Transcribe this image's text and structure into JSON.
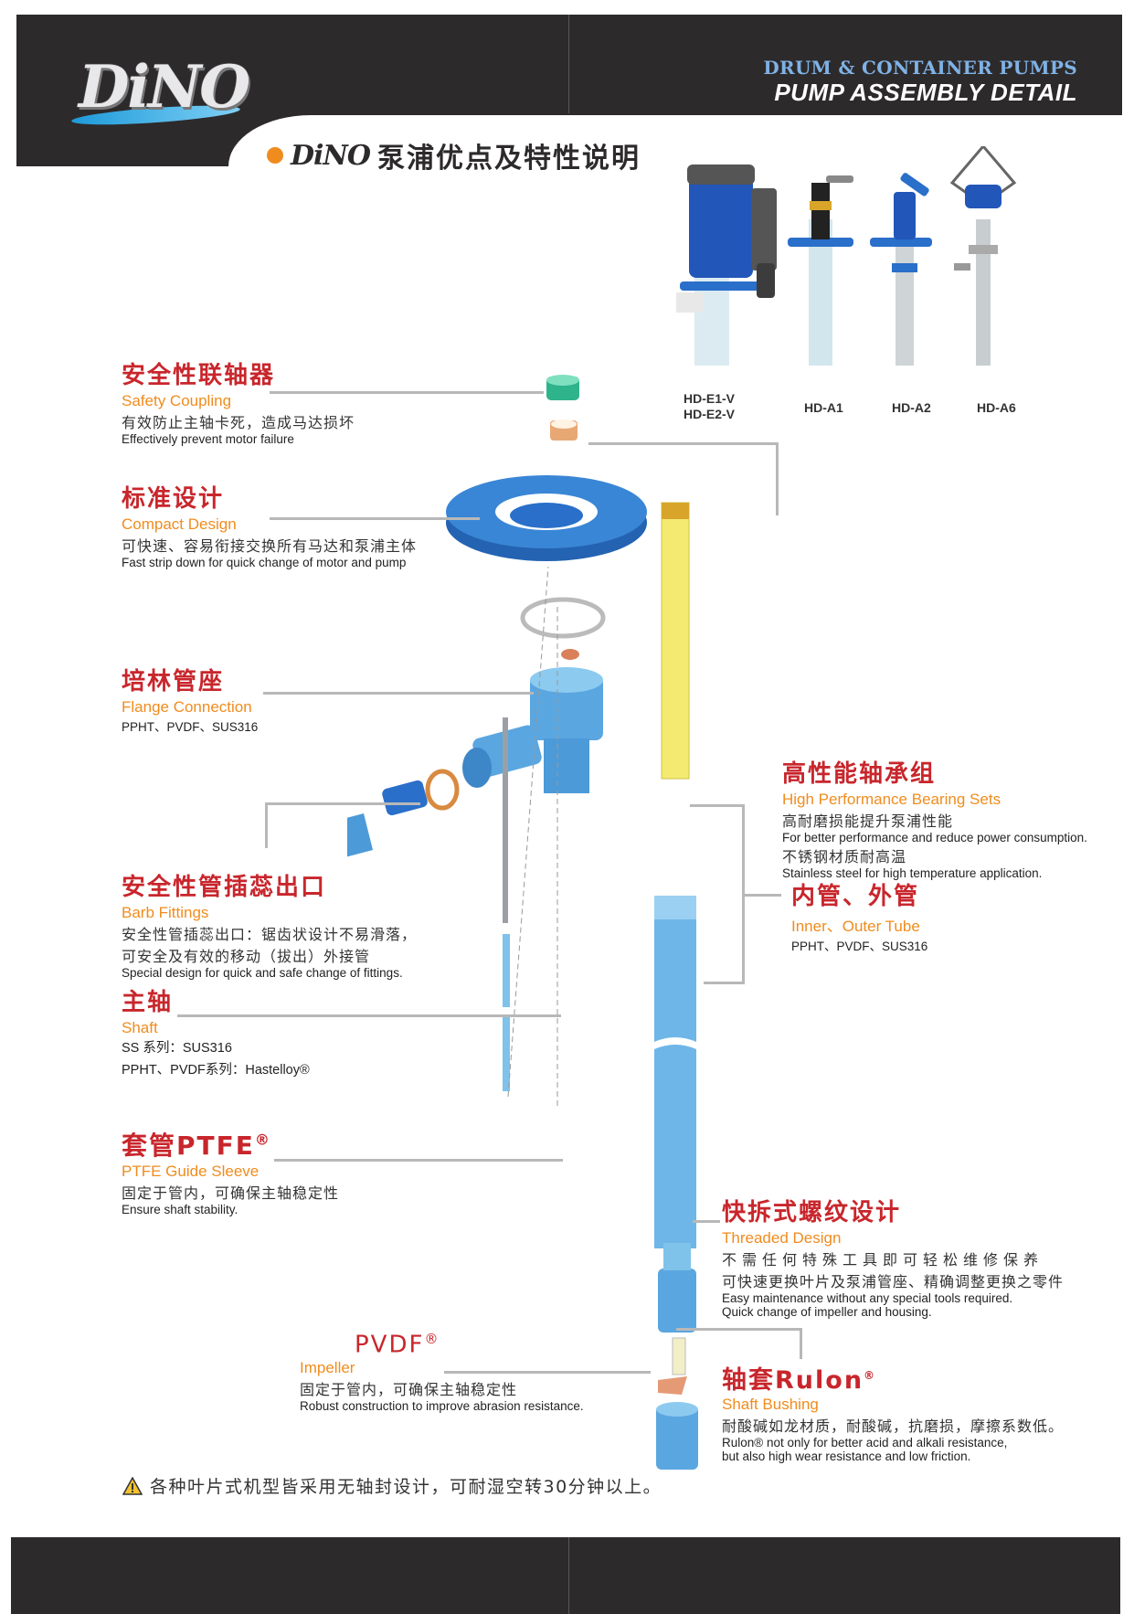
{
  "header": {
    "logo": "DiNO",
    "line1": "DRUM & CONTAINER PUMPS",
    "line2": "PUMP ASSEMBLY DETAIL"
  },
  "title": {
    "brand": "DiNO",
    "text": "泵浦优点及特性说明"
  },
  "models": [
    "HD-E1-V\nHD-E2-V",
    "HD-A1",
    "HD-A2",
    "HD-A6"
  ],
  "features": {
    "coupling": {
      "zh": "安全性联轴器",
      "en": "Safety Coupling",
      "d1": "有效防止主轴卡死，造成马达损坏",
      "d2": "Effectively prevent motor failure"
    },
    "compact": {
      "zh": "标准设计",
      "en": "Compact Design",
      "d1": "可快速、容易衔接交换所有马达和泵浦主体",
      "d2": "Fast strip down for quick change of motor and pump"
    },
    "flange": {
      "zh": "培林管座",
      "en": "Flange Connection",
      "d1": "PPHT、PVDF、SUS316"
    },
    "barb": {
      "zh": "安全性管插蕊出口",
      "en": "Barb Fittings",
      "d1": "安全性管插蕊出口：锯齿状设计不易滑落，",
      "d1b": "可安全及有效的移动（拔出）外接管",
      "d2": "Special design for quick and safe change of fittings."
    },
    "shaft": {
      "zh": "主轴",
      "en": "Shaft",
      "d1": "SS 系列：SUS316",
      "d1b": "PPHT、PVDF系列：Hastelloy®"
    },
    "sleeve": {
      "zh": "套管PTFE",
      "reg": "®",
      "en": "PTFE Guide Sleeve",
      "d1": "固定于管内，可确保主轴稳定性",
      "d2": "Ensure shaft stability."
    },
    "impeller": {
      "zh": "PVDF",
      "reg": "®",
      "en": "Impeller",
      "d1": "固定于管内，可确保主轴稳定性",
      "d2": "Robust construction to improve abrasion resistance."
    },
    "bearing": {
      "zh": "高性能轴承组",
      "en": "High Performance Bearing Sets",
      "d1": "高耐磨损能提升泵浦性能",
      "d2": "For better performance and reduce power consumption.",
      "d3": "不锈钢材质耐高温",
      "d4": "Stainless steel for high temperature application."
    },
    "tube": {
      "zh": "内管、外管",
      "en": "Inner、Outer Tube",
      "d1": "PPHT、PVDF、SUS316"
    },
    "threaded": {
      "zh": "快拆式螺纹设计",
      "en": "Threaded Design",
      "d1": "不需任何特殊工具即可轻松维修保养",
      "d1b": "可快速更换叶片及泵浦管座、精确调整更换之零件",
      "d2": "Easy maintenance without any special tools required.",
      "d2b": "Quick change of impeller and housing."
    },
    "bushing": {
      "zh": "轴套Rulon",
      "reg": "®",
      "en": "Shaft Bushing",
      "d1": "耐酸碱如龙材质，耐酸碱，抗磨损，摩擦系数低。",
      "d2": "Rulon® not only for better acid and alkali resistance,",
      "d2b": "but also high wear resistance and low friction."
    }
  },
  "note": "各种叶片式机型皆采用无轴封设计，可耐湿空转30分钟以上。",
  "colors": {
    "header": "#2d2a2b",
    "red": "#c8262c",
    "orange": "#f08c1e",
    "blue": "#2d7cc9",
    "lightblue": "#5bb3e6"
  }
}
